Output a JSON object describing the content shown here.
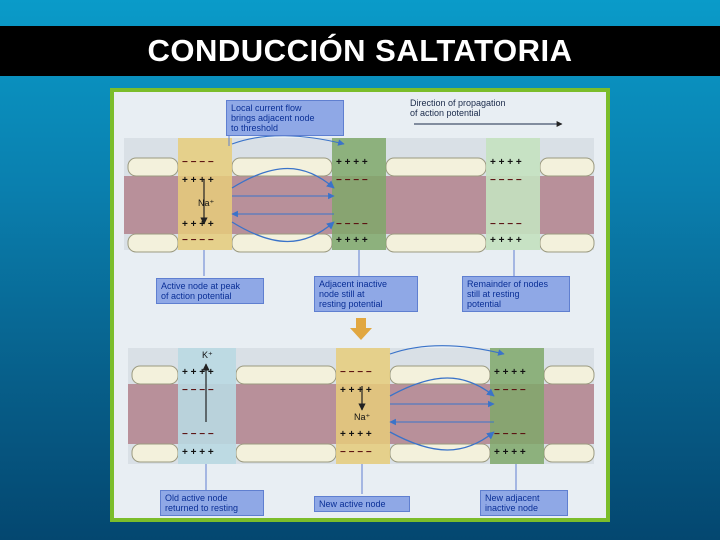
{
  "slide": {
    "title": "CONDUCCIÓN SALTATORIA"
  },
  "diagram": {
    "top_panel": {
      "label_local_current": "Local current flow\nbrings adjacent node\nto threshold",
      "label_direction": "Direction of propagation\nof action potential",
      "label_active_node": "Active node at peak\nof action potential",
      "label_adjacent_inactive": "Adjacent inactive\nnode still at\nresting potential",
      "label_remainder": "Remainder of nodes\nstill at resting\npotential",
      "ion_na": "Na⁺",
      "plus_row": "+ + + +",
      "minus_row": "− − − −"
    },
    "bottom_panel": {
      "label_old_active": "Old active node\nreturned to resting",
      "label_new_active": "New active node",
      "label_new_adjacent": "New adjacent\ninactive node",
      "ion_k": "K⁺",
      "ion_na": "Na⁺",
      "plus_row": "+ + + +",
      "minus_row": "− − − −"
    },
    "colors": {
      "frame": "#7bbd2a",
      "myelin": "#f3f1dc",
      "axon": "#b8909a",
      "node_active": "#e6cd7a",
      "node_adjacent": "#7fa86a",
      "node_rest": "#c4e2c0",
      "node_old": "#b9d9e2",
      "label_box": "#8fa8e6",
      "arrow": "#3a73c9"
    }
  }
}
